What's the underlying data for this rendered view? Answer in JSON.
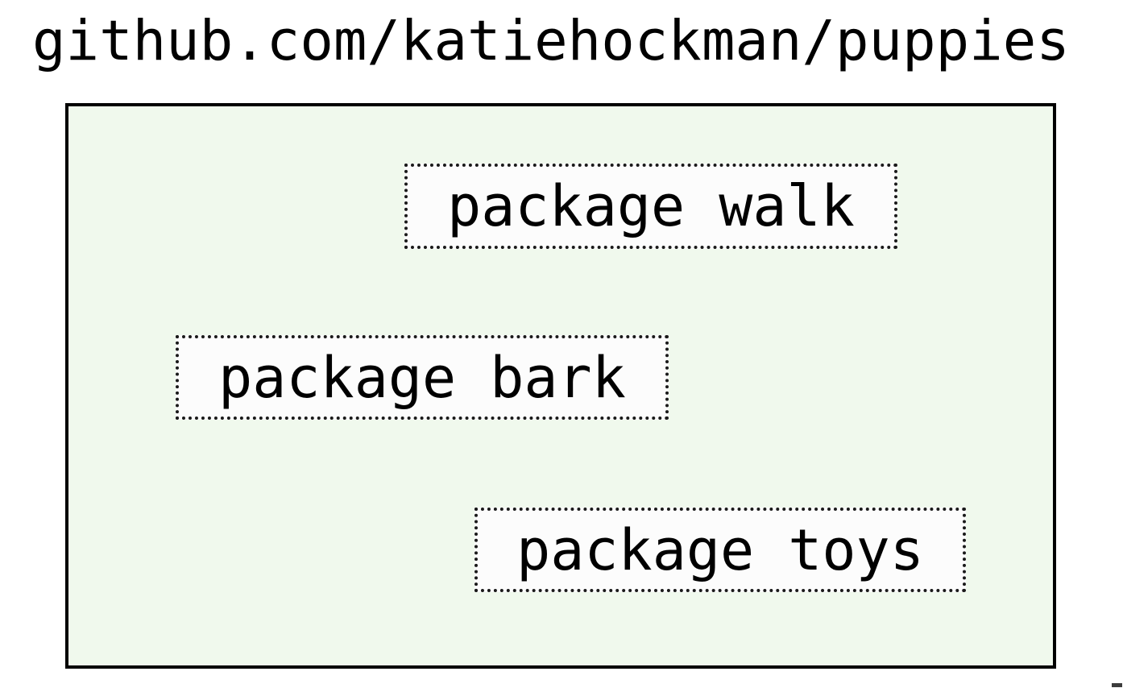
{
  "page": {
    "title": "github.com/katiehockman/puppies"
  },
  "module": {
    "packages": [
      {
        "id": "walk",
        "label": "package walk"
      },
      {
        "id": "bark",
        "label": "package bark"
      },
      {
        "id": "toys",
        "label": "package toys"
      }
    ]
  },
  "colors": {
    "module_fill": "#f0f9ed",
    "module_border": "#000000",
    "package_fill": "#fcfcfc",
    "package_border": "#1a1a1a",
    "text": "#000000",
    "background": "#ffffff"
  }
}
